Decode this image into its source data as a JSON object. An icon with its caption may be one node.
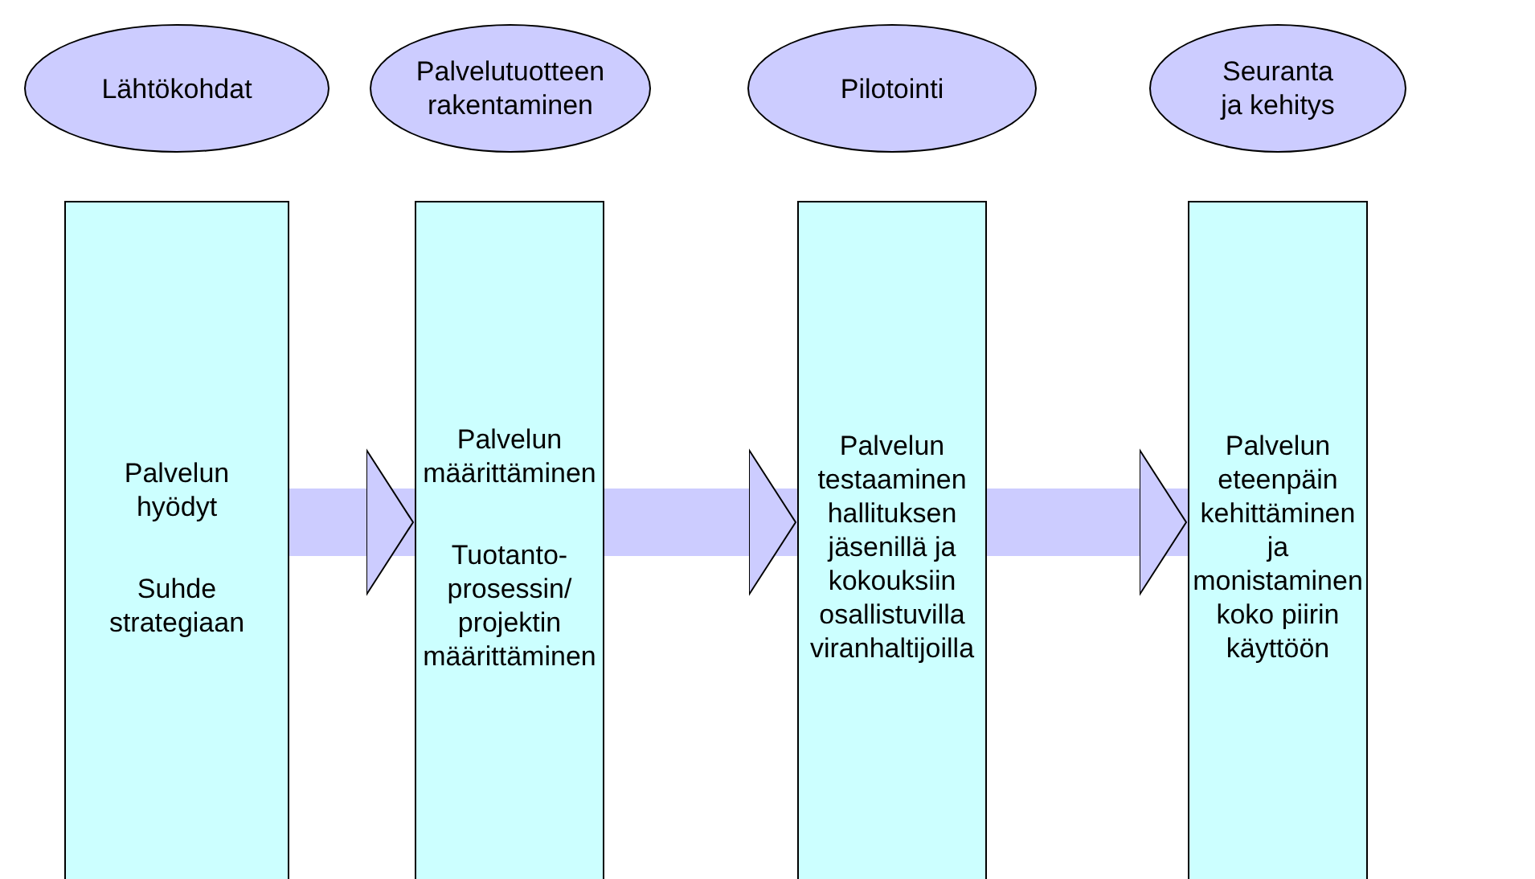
{
  "diagram": {
    "nodes": [
      {
        "text": [
          "Lähtökohdat"
        ]
      },
      {
        "text": [
          "Palvelutuotteen rakentaminen"
        ]
      },
      {
        "text": [
          "Pilotointi"
        ]
      },
      {
        "text": [
          "Seuranta ja kehitys"
        ]
      },
      {
        "text": [
          "Palvelun hyödyt",
          "Suhde strategiaan"
        ]
      },
      {
        "text": [
          "Palvelun määrittäminen",
          "Tuotanto- prosessin/ projektin määrittäminen"
        ]
      },
      {
        "text": [
          "Palvelun testaaminen hallituksen jäsenillä ja kokouksiin osallistuvilla viranhaltijoilla"
        ]
      },
      {
        "text": [
          "Palvelun eteenpäin kehittäminen ja monistaminen koko piirin käyttöön"
        ]
      }
    ],
    "edges": [
      {
        "from": 4,
        "to": 5,
        "arrow": "to"
      },
      {
        "from": 5,
        "to": 6,
        "arrow": "to"
      },
      {
        "from": 6,
        "to": 7,
        "arrow": "to"
      }
    ]
  }
}
